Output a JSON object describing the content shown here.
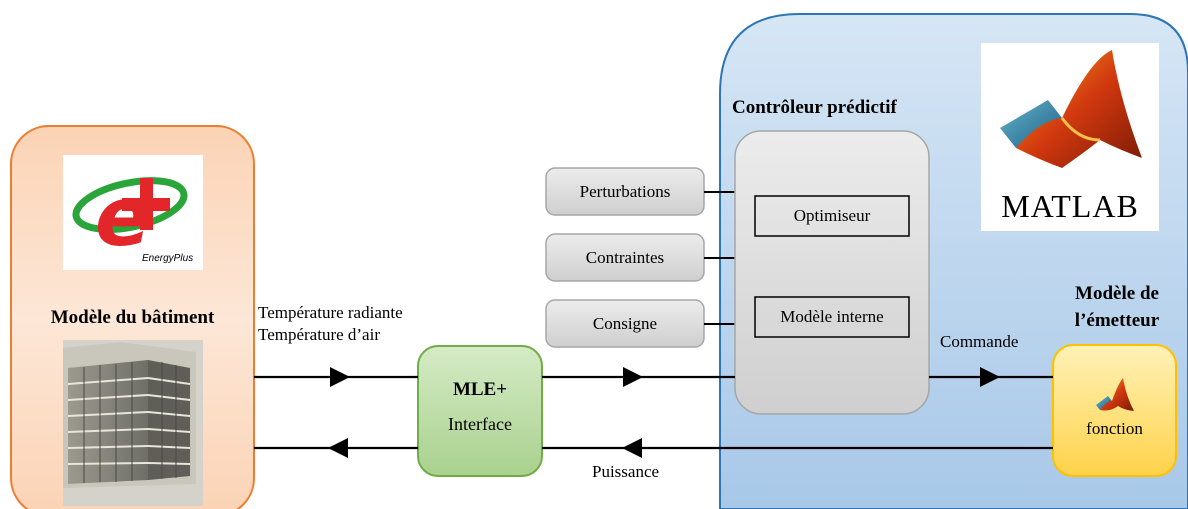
{
  "building": {
    "title": "Modèle du bâtiment",
    "logo_text": "EnergyPlus"
  },
  "signals": {
    "to_interface_line1": "Température radiante",
    "to_interface_line2": "Température d’air",
    "power": "Puissance",
    "command": "Commande"
  },
  "interface": {
    "title": "MLE+",
    "subtitle": "Interface"
  },
  "controller": {
    "title": "Contrôleur prédictif",
    "optimizer": "Optimiseur",
    "internal_model": "Modèle interne"
  },
  "inputs": [
    "Perturbations",
    "Contraintes",
    "Consigne"
  ],
  "matlab": {
    "logo_text": "MATLAB"
  },
  "emitter": {
    "title_line1": "Modèle de",
    "title_line2": "l’émetteur",
    "function_label": "fonction"
  },
  "colors": {
    "building_border": "#ed7d31",
    "matlab_panel": "#bdd7ee",
    "matlab_border": "#2e75b6",
    "interface_fill": "#a9d18e",
    "interface_border": "#70ad47",
    "emitter_fill": "#ffd966",
    "emitter_border": "#ffc000",
    "grey_box": "#d9d9d9"
  }
}
